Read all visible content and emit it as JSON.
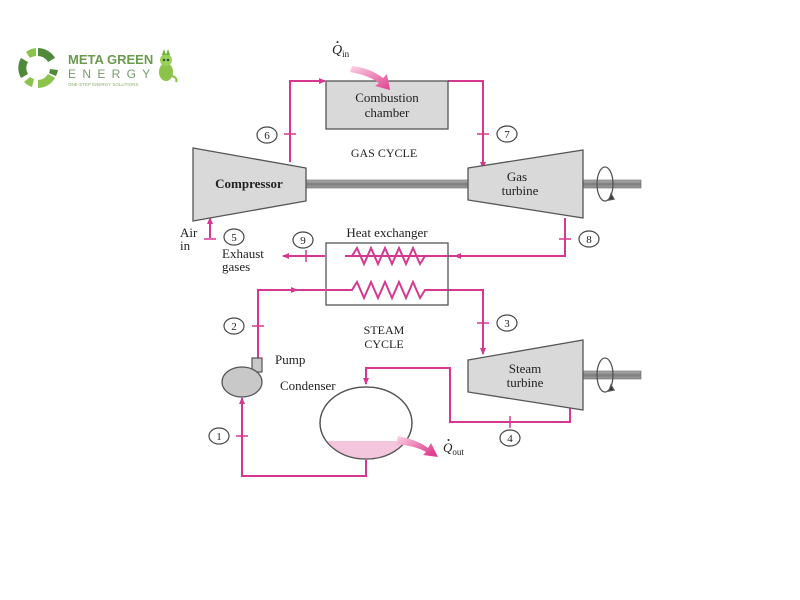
{
  "logo": {
    "line1": "META GREEN",
    "line2": "E N E R G Y",
    "tagline": "ONE-STEP ENERGY SOLUTIONS",
    "colors": {
      "dark_green": "#4e8a3a",
      "light_green": "#8cc34a",
      "gray": "#7a7a7a"
    }
  },
  "diagram": {
    "title_gas": "GAS CYCLE",
    "title_steam_1": "STEAM",
    "title_steam_2": "CYCLE",
    "q_in": {
      "symbol": "Q",
      "sub": "in"
    },
    "q_out": {
      "symbol": "Q",
      "sub": "out"
    },
    "components": {
      "combustion_1": "Combustion",
      "combustion_2": "chamber",
      "compressor": "Compressor",
      "gas_turbine_1": "Gas",
      "gas_turbine_2": "turbine",
      "heat_exchanger": "Heat exchanger",
      "steam_turbine_1": "Steam",
      "steam_turbine_2": "turbine",
      "pump": "Pump",
      "condenser": "Condenser"
    },
    "streams": {
      "air_1": "Air",
      "air_2": "in",
      "exhaust_1": "Exhaust",
      "exhaust_2": "gases"
    },
    "state_points": [
      "1",
      "2",
      "3",
      "4",
      "5",
      "6",
      "7",
      "8",
      "9"
    ],
    "colors": {
      "pipe": "#d6388f",
      "equipment_fill": "#d9d9d9",
      "equipment_stroke": "#555555",
      "water": "#f3c6dd",
      "shaft": "#8a8a8a"
    }
  }
}
